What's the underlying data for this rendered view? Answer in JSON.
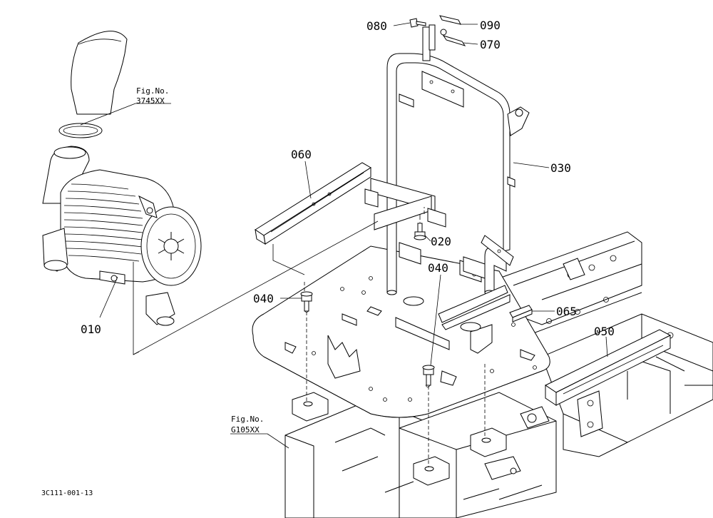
{
  "parts": [
    {
      "id": "p010",
      "label": "010"
    },
    {
      "id": "p020",
      "label": "020"
    },
    {
      "id": "p030",
      "label": "030"
    },
    {
      "id": "p040a",
      "label": "040"
    },
    {
      "id": "p040b",
      "label": "040"
    },
    {
      "id": "p050",
      "label": "050"
    },
    {
      "id": "p060",
      "label": "060"
    },
    {
      "id": "p065",
      "label": "065"
    },
    {
      "id": "p070",
      "label": "070"
    },
    {
      "id": "p080",
      "label": "080"
    },
    {
      "id": "p090",
      "label": "090"
    }
  ],
  "references": [
    {
      "id": "ref1",
      "line1": "Fig.No.",
      "line2": "3745XX"
    },
    {
      "id": "ref2",
      "line1": "Fig.No.",
      "line2": "G105XX"
    }
  ],
  "footer": {
    "code": "3C111-001-13"
  }
}
